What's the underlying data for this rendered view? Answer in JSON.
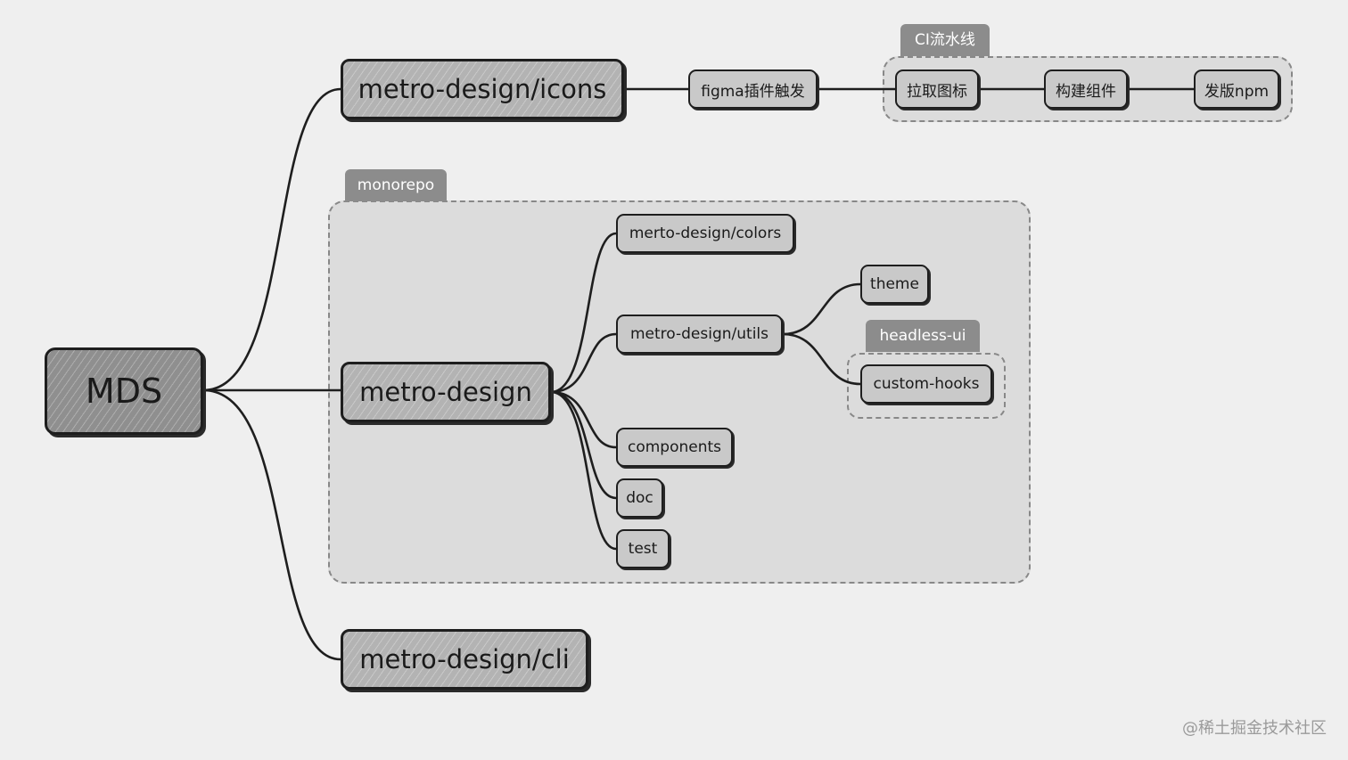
{
  "root": "MDS",
  "branches": {
    "icons": "metro-design/icons",
    "main": "metro-design",
    "cli": "metro-design/cli"
  },
  "groups": {
    "ci": "CI流水线",
    "monorepo": "monorepo",
    "headless": "headless-ui"
  },
  "ci_chain": {
    "figma": "figma插件触发",
    "fetch": "拉取图标",
    "build": "构建组件",
    "publish": "发版npm"
  },
  "packages": {
    "colors": "merto-design/colors",
    "utils": "metro-design/utils",
    "components": "components",
    "doc": "doc",
    "test": "test"
  },
  "utils_children": {
    "theme": "theme",
    "hooks": "custom-hooks"
  },
  "watermark": "@稀土掘金技术社区",
  "colors": {
    "background": "#efefef",
    "group_fill": "#dcdcdc",
    "group_tag": "#8c8c8c",
    "node_fill": "#b3b3b3",
    "root_fill": "#8f8f8f",
    "stroke": "#1e1e1e"
  }
}
